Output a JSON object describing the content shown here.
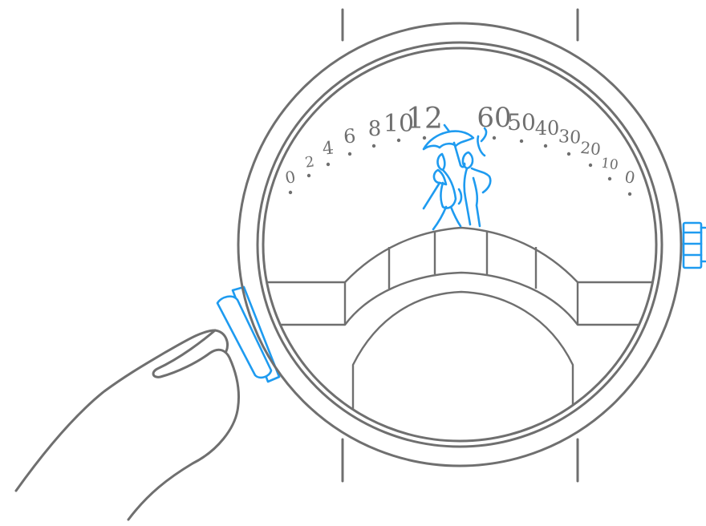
{
  "dial": {
    "hour_scale": [
      "0",
      "2",
      "4",
      "6",
      "8",
      "10",
      "12"
    ],
    "minute_scale": [
      "60",
      "50",
      "40",
      "30",
      "20",
      "10",
      "0"
    ]
  },
  "colors": {
    "outline": "#6f6f6f",
    "accent": "#1e9bf0",
    "background": "#ffffff"
  },
  "icons": {
    "crown_left": "pushed-crown-icon",
    "crown_right": "crown-icon",
    "figures": "couple-with-umbrella-icon",
    "bridge": "stone-bridge-icon",
    "hand": "finger-pressing-icon"
  }
}
